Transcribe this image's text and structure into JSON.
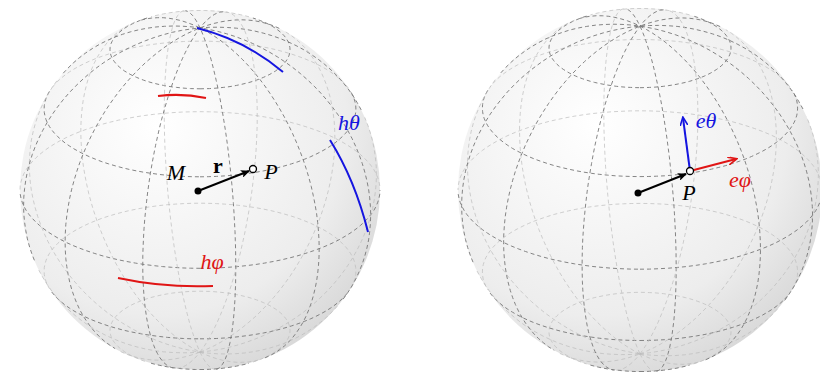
{
  "diagram": {
    "labels": [
      "M",
      "r",
      "P",
      "hθ",
      "hφ",
      "P",
      "eθ",
      "eφ"
    ]
  }
}
